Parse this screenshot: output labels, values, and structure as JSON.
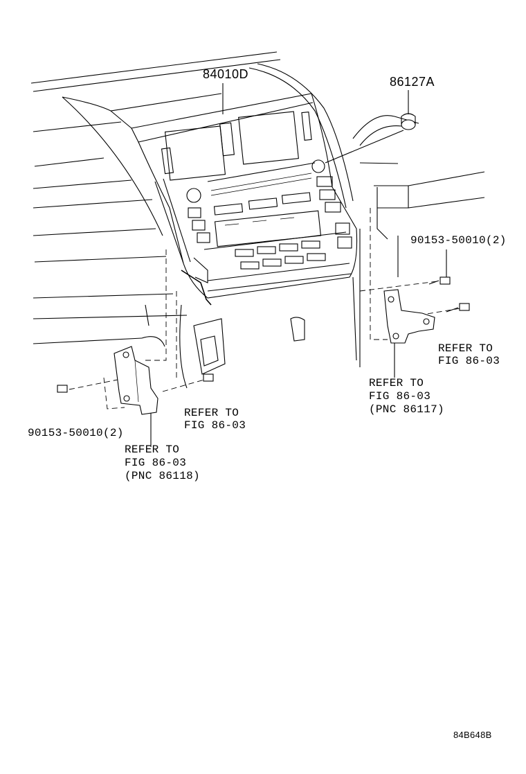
{
  "parts": {
    "p84010D": "84010D",
    "p86127A": "86127A",
    "bolt_right": "90153-50010(2)",
    "bolt_left": "90153-50010(2)"
  },
  "refs": {
    "right_top": {
      "l1": "REFER TO",
      "l2": "FIG 86-03"
    },
    "right_mid": {
      "l1": "REFER TO",
      "l2": "FIG 86-03",
      "l3": "(PNC 86117)"
    },
    "center": {
      "l1": "REFER TO",
      "l2": "FIG 86-03"
    },
    "left": {
      "l1": "REFER TO",
      "l2": "FIG 86-03",
      "l3": "(PNC 86118)"
    }
  },
  "diagram_id": "84B648B"
}
